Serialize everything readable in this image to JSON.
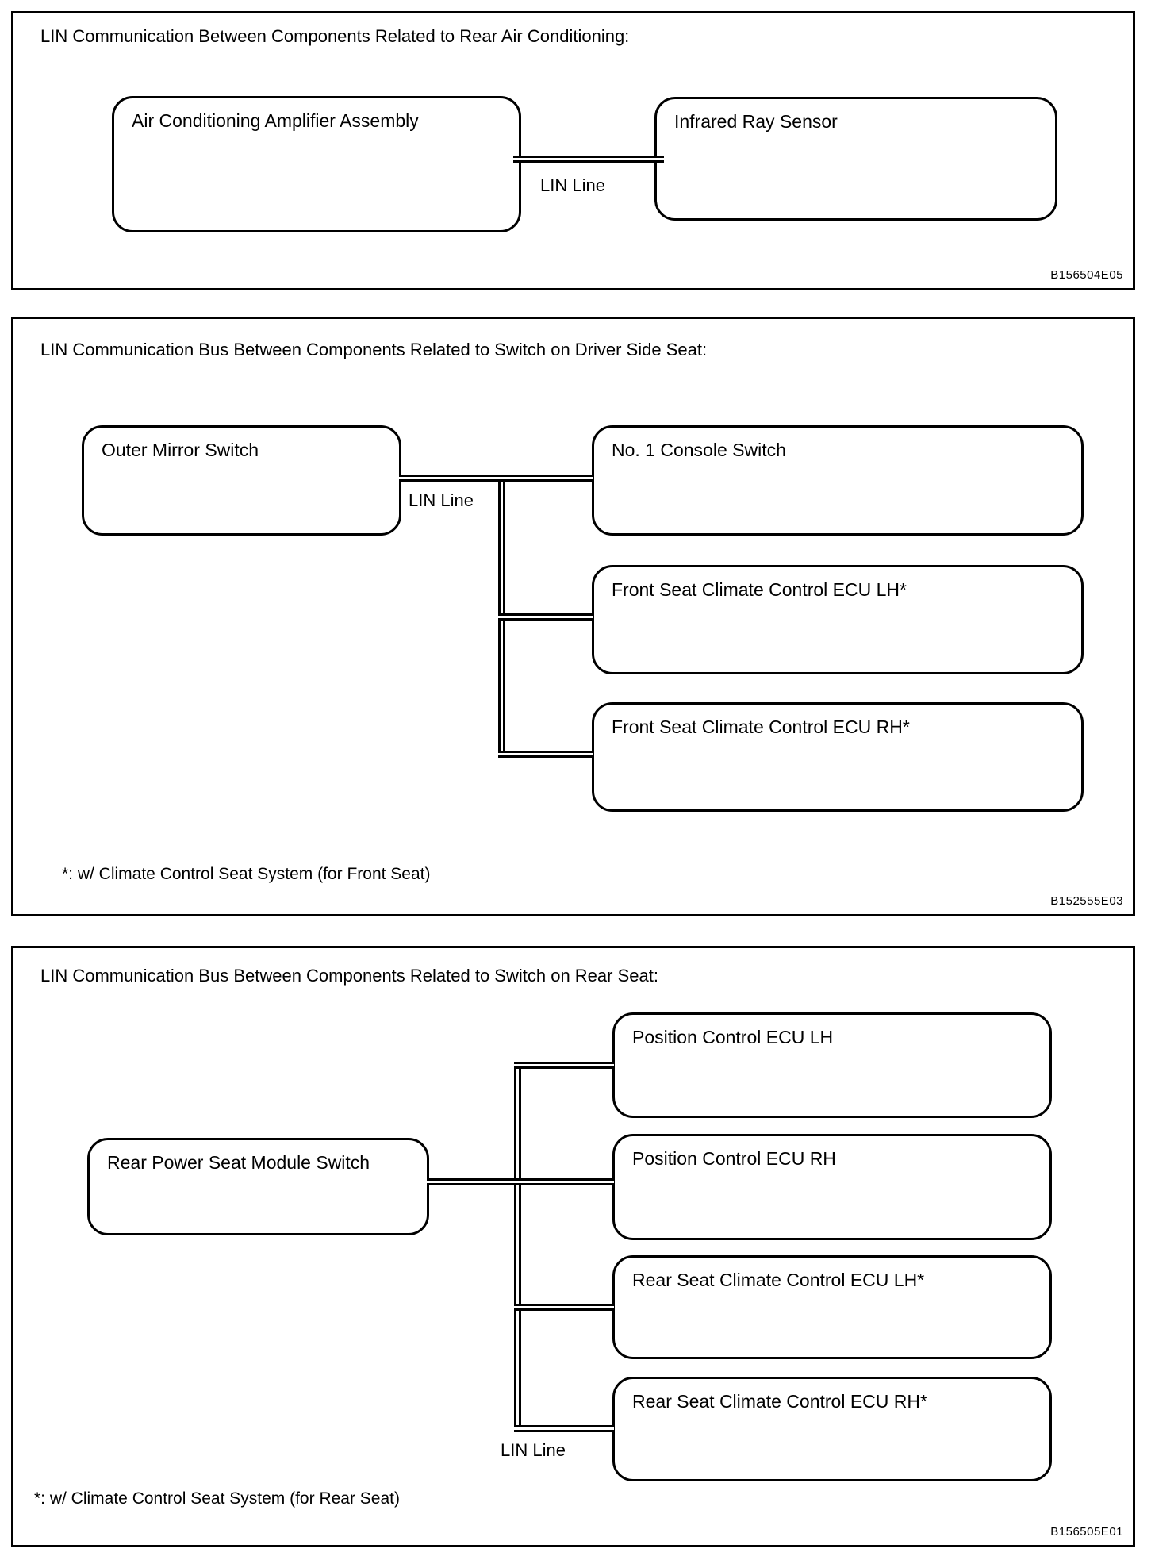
{
  "page": {
    "background_color": "#ffffff",
    "line_color": "#000000"
  },
  "panels": [
    {
      "title": "LIN Communication Between Components Related to Rear Air Conditioning:",
      "lin_line_label": "LIN Line",
      "ref_code": "B156504E05",
      "nodes": {
        "left": "Air Conditioning Amplifier Assembly",
        "right": "Infrared Ray Sensor"
      }
    },
    {
      "title": "LIN Communication Bus Between Components Related to Switch on Driver Side Seat:",
      "lin_line_label": "LIN Line",
      "ref_code": "B152555E03",
      "hub": "Outer Mirror Switch",
      "nodes": [
        "No. 1 Console Switch",
        "Front Seat Climate Control ECU LH*",
        "Front Seat Climate Control ECU RH*"
      ],
      "footnote": "*: w/ Climate Control Seat System (for Front Seat)"
    },
    {
      "title": "LIN Communication Bus Between Components Related to Switch on Rear Seat:",
      "lin_line_label": "LIN Line",
      "ref_code": "B156505E01",
      "hub": "Rear Power Seat Module Switch",
      "nodes": [
        "Position Control ECU LH",
        "Position Control ECU RH",
        "Rear Seat Climate Control ECU LH*",
        "Rear Seat Climate Control ECU RH*"
      ],
      "footnote": "*: w/ Climate Control Seat System (for Rear Seat)"
    }
  ]
}
